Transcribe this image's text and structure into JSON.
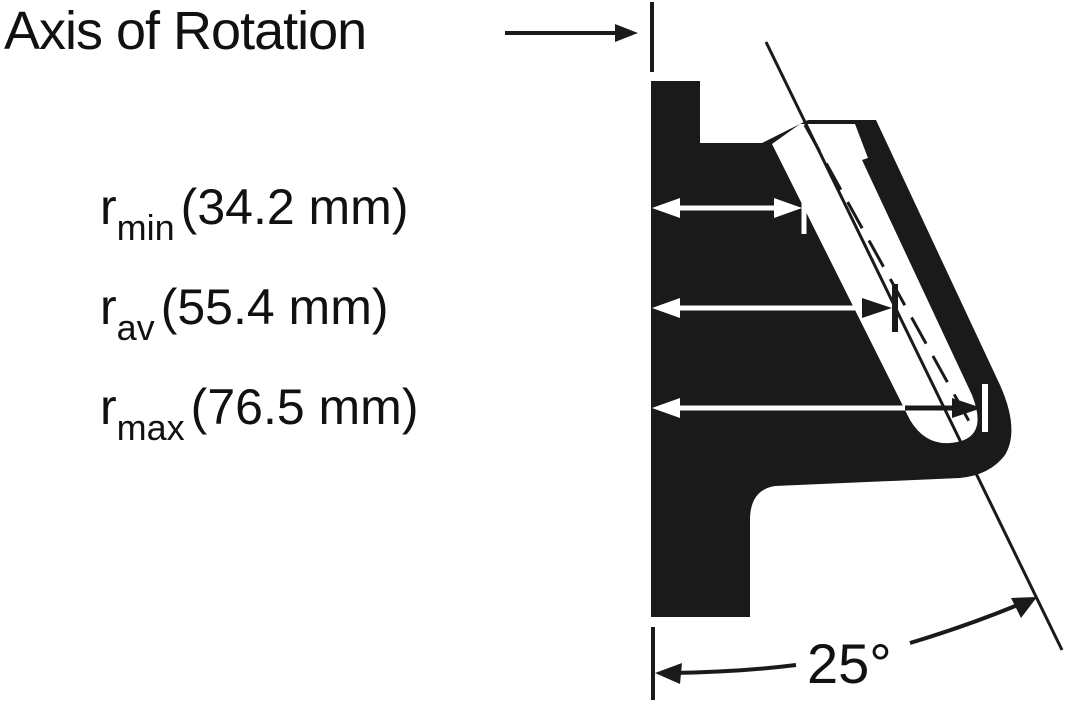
{
  "diagram": {
    "title": "Axis of Rotation",
    "radii": [
      {
        "symbol": "r",
        "subscript": "min",
        "value": "(34.2 mm)"
      },
      {
        "symbol": "r",
        "subscript": "av",
        "value": "(55.4 mm)"
      },
      {
        "symbol": "r",
        "subscript": "max",
        "value": "(76.5 mm)"
      }
    ],
    "angle_label": "25°",
    "colors": {
      "part": "#1a1a1a",
      "background": "#ffffff",
      "dimension_arrows": "#ffffff"
    }
  }
}
